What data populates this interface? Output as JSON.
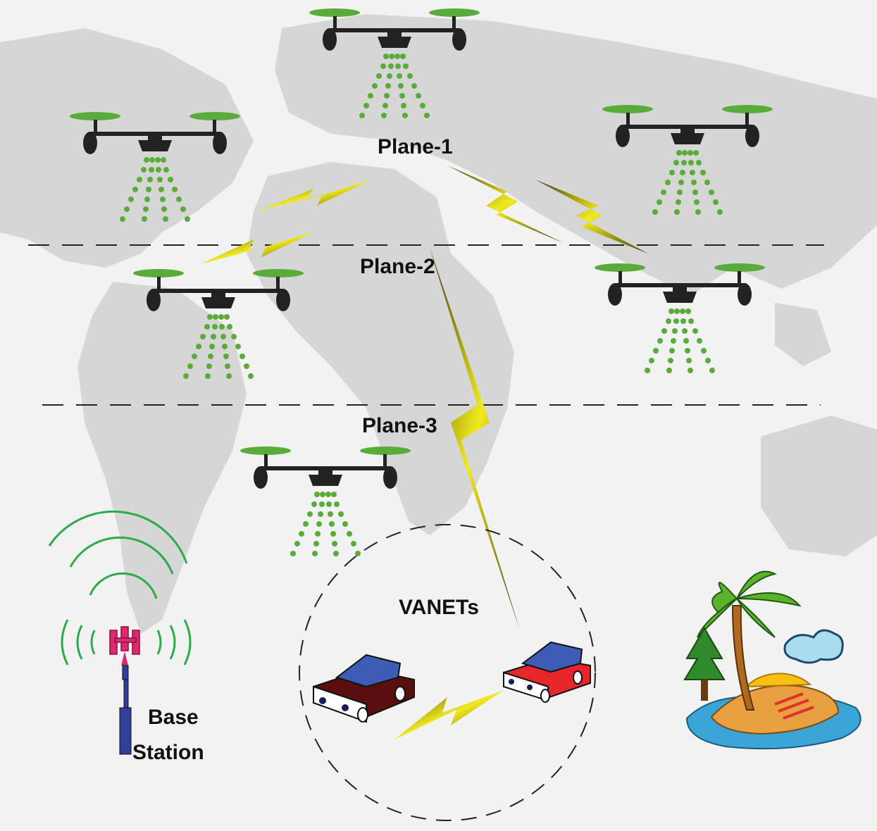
{
  "labels": {
    "plane_1": "Plane-1",
    "plane_2": "Plane-2",
    "plane_3": "Plane-3",
    "vanets": "VANETs",
    "base_line1": "Base",
    "base_line2": "Station"
  },
  "colors": {
    "background": "#f2f2f2",
    "map_land": "#d6d6d6",
    "drone_body": "#222222",
    "propeller": "#5aac3a",
    "spray_dot": "#5aac3a",
    "lightning": "#f2ea1d",
    "signal_arc": "#2bab4a",
    "antenna": "#e0286f",
    "mast": "#2f3f9a",
    "car_1": "#5a0f0f",
    "car_2": "#e8252a",
    "car_roof": "#3c5db5"
  },
  "icons": {
    "drone": "quadcopter-drone-icon",
    "base_station": "cell-tower-icon",
    "vehicle": "car-icon",
    "island": "island-icon"
  }
}
